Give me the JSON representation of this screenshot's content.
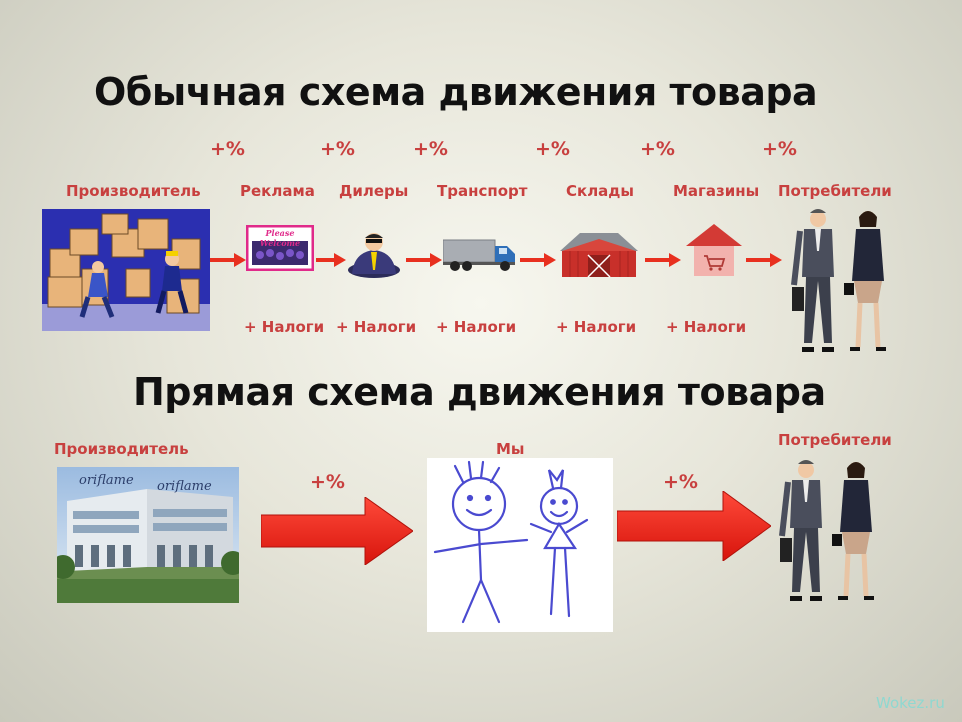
{
  "top": {
    "title": "Обычная схема движения товара",
    "percent_marks": [
      "+%",
      "+%",
      "+%",
      "+%",
      "+%",
      "+%"
    ],
    "stages": [
      "Производитель",
      "Реклама",
      "Дилеры",
      "Транспорт",
      "Склады",
      "Магазины",
      "Потребители"
    ],
    "sign_text": "Please Welcome",
    "taxes": [
      "+ Налоги",
      "+ Налоги",
      "+ Налоги",
      "+ Налоги",
      "+ Налоги"
    ]
  },
  "bottom": {
    "title": "Прямая схема движения товара",
    "producer_label": "Производитель",
    "us_label": "Мы",
    "consumers_label": "Потребители",
    "percent_marks": [
      "+%",
      "+%"
    ],
    "building_logo": "oriflame"
  },
  "watermark": "Wokez.ru",
  "colors": {
    "accent": "#c8403f",
    "arrow": "#e8301f",
    "title": "#111111"
  }
}
